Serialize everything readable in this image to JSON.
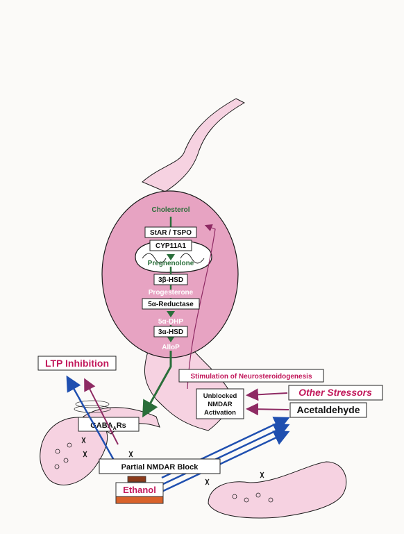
{
  "pathway": {
    "cholesterol": "Cholesterol",
    "star_tspo": "StAR / TSPO",
    "cyp11a1": "CYP11A1",
    "pregnenolone": "Pregnenolone",
    "hsd3b": "3β-HSD",
    "progesterone": "Progesterone",
    "reductase": "5α-Reductase",
    "dhp": "5α-DHP",
    "hsd3a": "3α-HSD",
    "allop": "AlloP"
  },
  "labels": {
    "ltp_inhibition": "LTP Inhibition",
    "stimulation": "Stimulation of Neurosteroidogenesis",
    "unblocked_line1": "Unblocked",
    "unblocked_line2": "NMDAR",
    "unblocked_line3": "Activation",
    "other_stressors": "Other Stressors",
    "acetaldehyde": "Acetaldehyde",
    "gaba_main": "GABA",
    "gaba_sub": "A",
    "gaba_suffix": "Rs",
    "partial_block": "Partial NMDAR Block",
    "ethanol": "Ethanol"
  },
  "colors": {
    "cell_body": "#e7a3c2",
    "cell_stroke": "#1a1a1a",
    "neuron_fill": "#f6d2e1",
    "pathway_green": "#2a6e3a",
    "text_pink": "#c2185b",
    "arrow_purple": "#8e2a63",
    "arrow_blue": "#1f4fb0",
    "ethanol_base": "#d9622b"
  }
}
